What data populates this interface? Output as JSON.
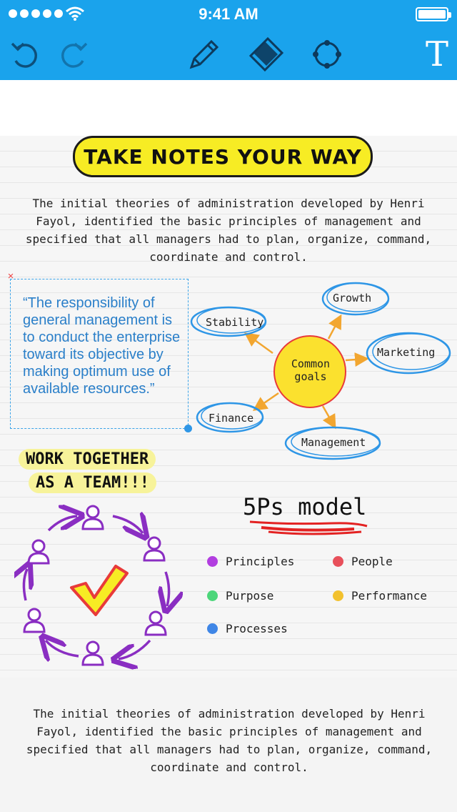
{
  "status_bar": {
    "time": "9:41 AM"
  },
  "toolbar": {
    "undo_icon": "undo-icon",
    "redo_icon": "redo-icon",
    "pen_icon": "pencil-icon",
    "eraser_icon": "eraser-icon",
    "lasso_icon": "lasso-select-icon",
    "text_tool_label": "T"
  },
  "note": {
    "banner": "TAKE NOTES YOUR WAY",
    "paragraph_top": "The initial theories of administration developed by Henri Fayol, identified the basic principles of management and specified that all managers had to plan, organize, command, coordinate and control.",
    "quote": "“The responsibility of general management is to conduct the enterprise toward its objective by making optimum use of available resources.”",
    "close_glyph": "×",
    "mindmap": {
      "center": "Common goals",
      "nodes": [
        "Growth",
        "Stability",
        "Marketing",
        "Finance",
        "Management"
      ]
    },
    "team_banner": [
      "WORK TOGETHER",
      "AS A TEAM!!!"
    ],
    "model_title": "5Ps model",
    "legend": [
      {
        "label": "Principles",
        "color": "#b23ee0"
      },
      {
        "label": "People",
        "color": "#e8505b"
      },
      {
        "label": "Purpose",
        "color": "#4cd67a"
      },
      {
        "label": "Performance",
        "color": "#f2c12e"
      },
      {
        "label": "Processes",
        "color": "#3f86e6"
      }
    ],
    "paragraph_bottom": "The initial theories of administration developed by Henri Fayol, identified the basic principles of management and specified that all managers had to plan, organize, command, coordinate and control."
  },
  "colors": {
    "toolbar": "#1aa3ec",
    "quote_text": "#2a7fc9",
    "banner_fill": "#f7ec24",
    "node_ring": "#2e96e6",
    "arrow": "#f2a630",
    "center_fill": "#fbe12e",
    "center_ring": "#e83a3a",
    "people_icon": "#8a2ec2"
  }
}
